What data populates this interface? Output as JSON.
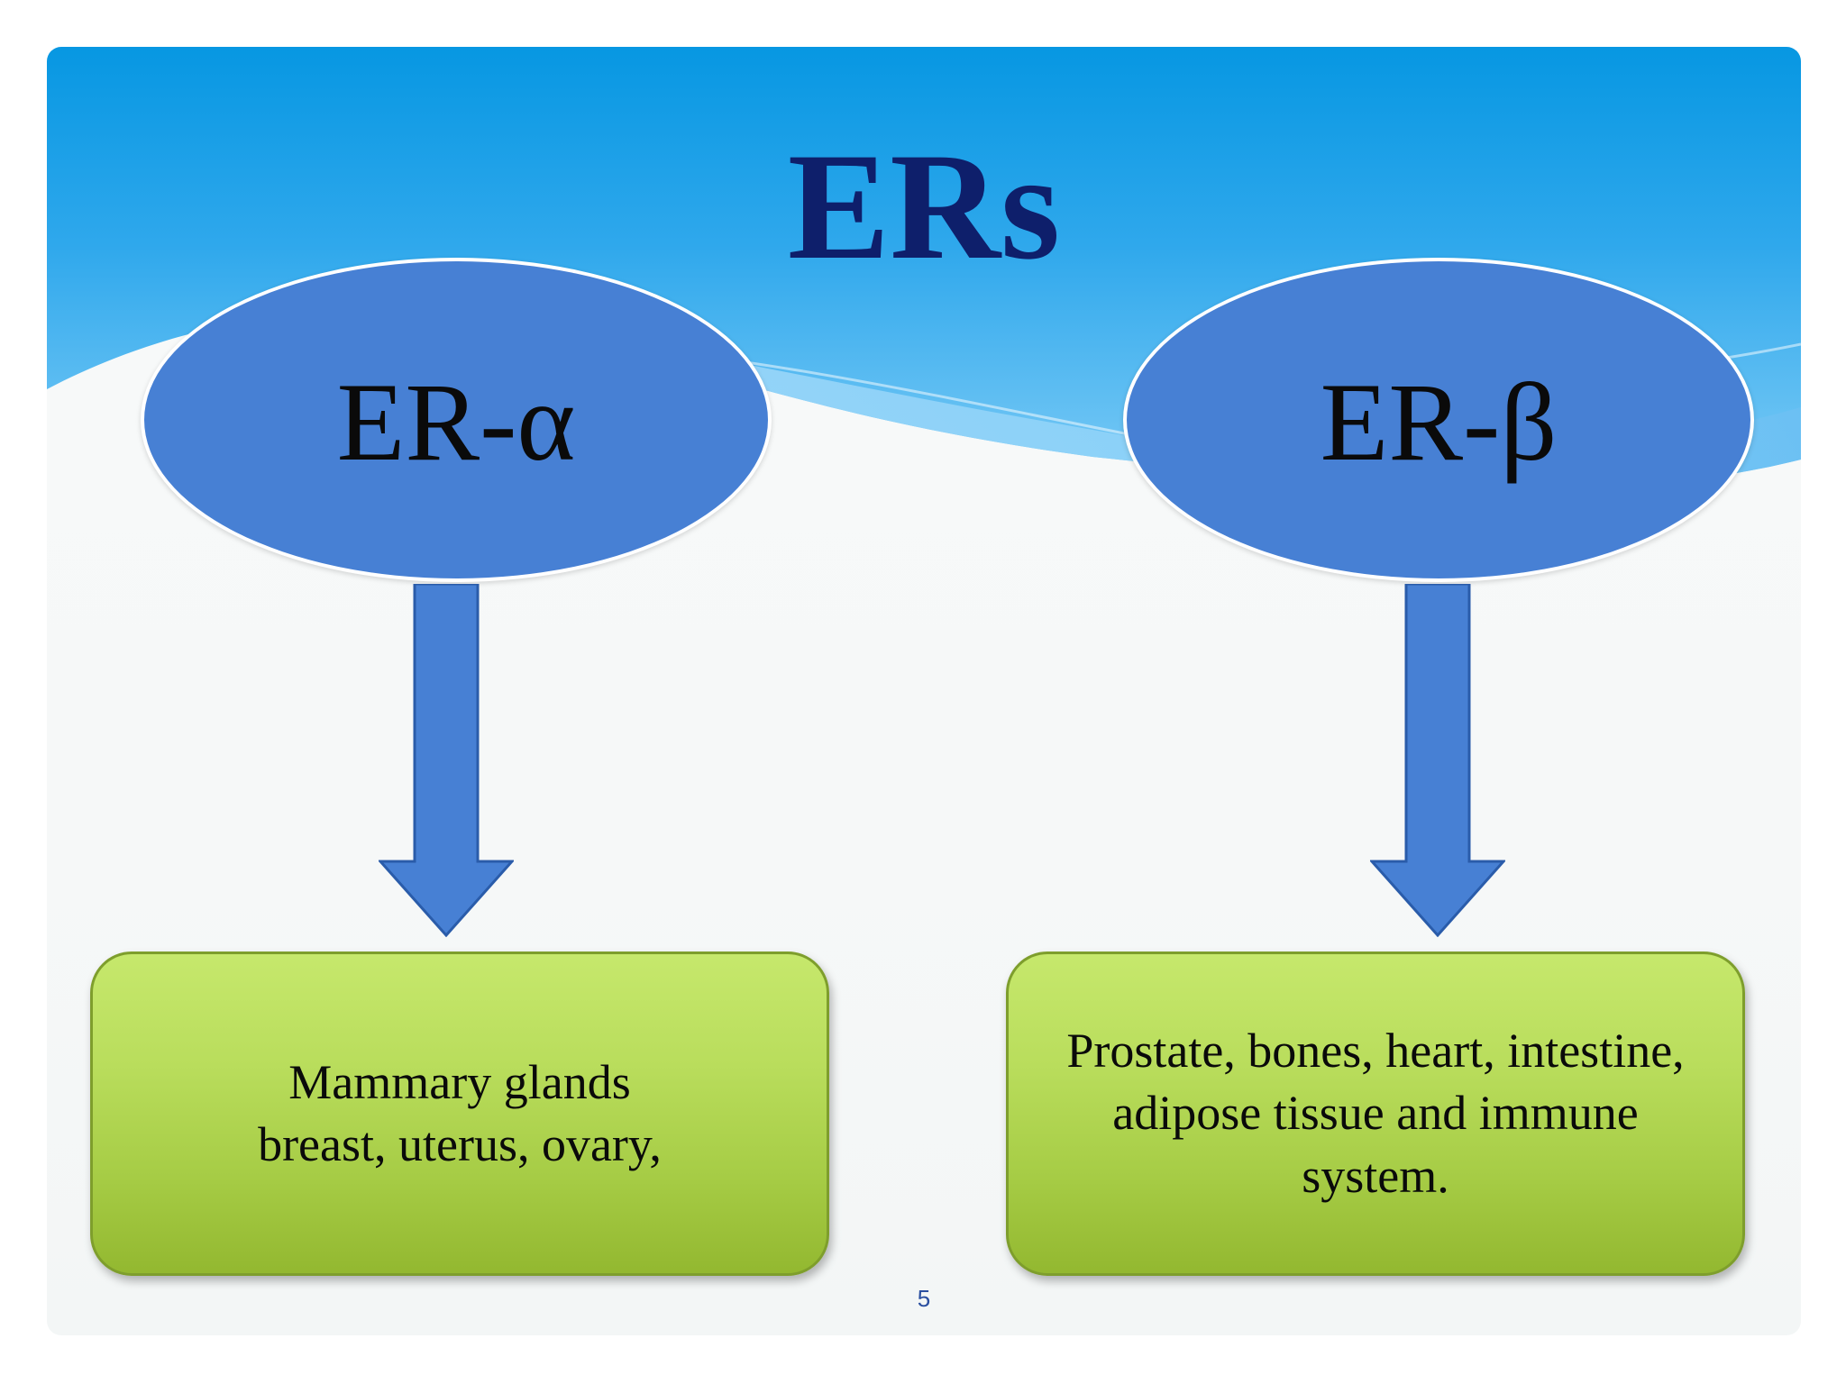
{
  "slide": {
    "title": "ERs",
    "page_number": "5"
  },
  "receptors": [
    {
      "label": "ER-α",
      "tissues_line1": "Mammary glands",
      "tissues_line2": "breast, uterus, ovary,"
    },
    {
      "label": "ER-β",
      "tissues_line1": "Prostate, bones, heart, intestine,",
      "tissues_line2": "adipose tissue and immune",
      "tissues_line3": "system."
    }
  ],
  "colors": {
    "title": "#0e1f6b",
    "ellipse_fill": "#4780d4",
    "arrow_fill": "#4780d4",
    "box_fill_top": "#c6e86c",
    "box_fill_bottom": "#93b830",
    "header_blue": "#0797e2"
  }
}
